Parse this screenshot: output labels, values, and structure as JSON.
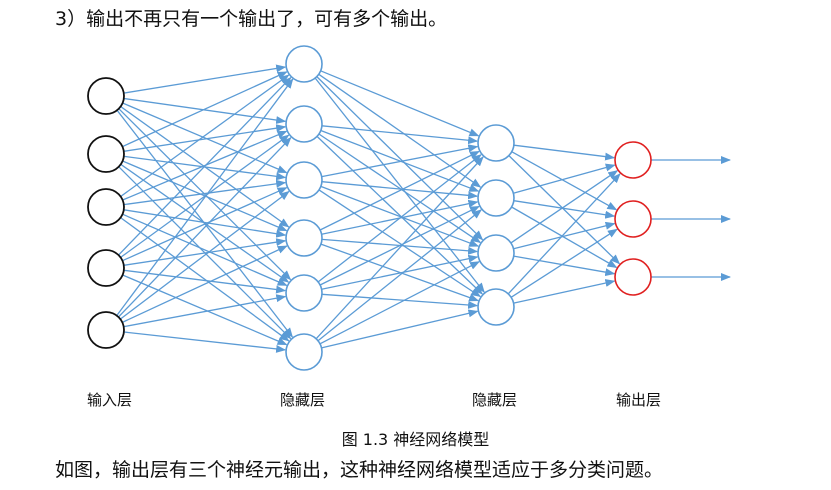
{
  "intro_text": "3）输出不再只有一个输出了，可有多个输出。",
  "layers": [
    {
      "label": "输入层",
      "node_count": 5
    },
    {
      "label": "隐藏层",
      "node_count": 6
    },
    {
      "label": "隐藏层",
      "node_count": 4
    },
    {
      "label": "输出层",
      "node_count": 3
    }
  ],
  "figure_caption": "图 1.3  神经网络模型",
  "summary_text": "如图，输出层有三个神经元输出，这种神经网络模型适应于多分类问题。",
  "colors": {
    "connection": "#5b9bd5",
    "input_node": "#111111",
    "hidden_node": "#5b9bd5",
    "output_node": "#e02020"
  }
}
